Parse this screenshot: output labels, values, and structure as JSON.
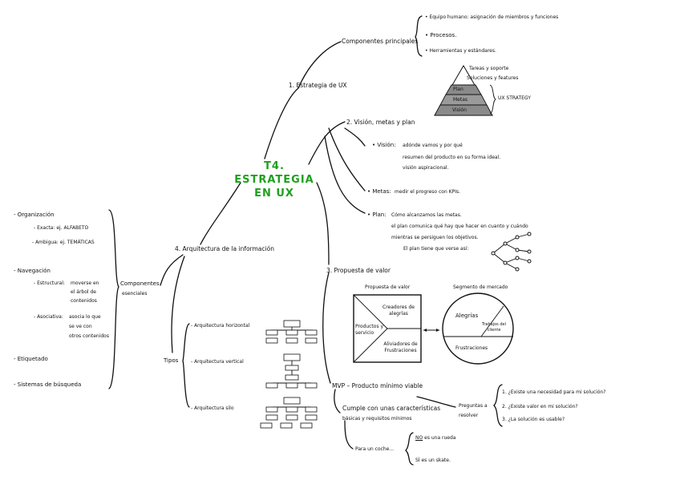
{
  "title": {
    "line1": "T4. ESTRATEGIA",
    "line2": "EN  UX"
  },
  "ux": {
    "heading": "1. Estrategia de UX",
    "componentes": "Componentes principales",
    "items": [
      "• Equipo humano: asignación de miembros y funciones",
      "• Procesos.",
      "• Herramientas y estándares."
    ],
    "pyramid": {
      "outside": [
        "Tareas y soporte",
        "Soluciones y features"
      ],
      "levels": [
        "Plan",
        "Metas",
        "Visión"
      ],
      "label": "UX STRATEGY"
    }
  },
  "vision": {
    "heading": "2. Visión, metas y plan",
    "vision_label": "• Visión:",
    "vision_text": [
      "adónde vamos y por qué",
      "resumen del producto en su forma ideal.",
      "visión aspiracional."
    ],
    "metas_label": "• Metas:",
    "metas_text": "medir el progreso con KPIs.",
    "plan_label": "• Plan:",
    "plan_text": [
      "Cómo alcanzamos las metas.",
      "el plan comunica qué hay que hacer en cuanto y cuándo",
      "mientras se persiguen los objetivos.",
      "El plan tiene que verse así:"
    ]
  },
  "arquitectura": {
    "heading": "4. Arquitectura de la información",
    "componentes": [
      "Componentes",
      "esenciales"
    ],
    "left": {
      "organizacion": "- Organización",
      "exacta": "- Exacta: ej. ALFABETO",
      "ambigua": "- Ambigua: ej. TEMÁTICAS",
      "navegacion": "- Navegación",
      "estructural_label": "- Estructural:",
      "estructural_text": [
        "moverse en",
        "el árbol de",
        "contenidos"
      ],
      "asociativa_label": "- Asociativa:",
      "asociativa_text": [
        "asocia lo que",
        "se ve con",
        "otros contenidos"
      ],
      "etiquetado": "- Etiquetado",
      "sistemas": "- Sistemas de búsqueda"
    },
    "tipos_label": "Tipos",
    "tipos": [
      "- Arquitectura horizontal",
      "- Arquitectura vertical",
      "- Arquitectura silo"
    ]
  },
  "propuesta": {
    "heading": "3. Propuesta de valor",
    "box_title": "Propuesta de valor",
    "box_items": [
      "Creadores de alegrías",
      "Productos y servicio",
      "Aliviadores de Frustraciones"
    ],
    "circle_title": "Segmento de mercado",
    "circle_items": [
      "Alegrías",
      "Trabajos del cliente",
      "Frustraciones"
    ]
  },
  "mvp": {
    "heading": "MVP – Producto mínimo viable",
    "cumple": [
      "Cumple con unas características",
      "básicas y requisitos mínimos"
    ],
    "para": "Para un coche...",
    "no_prefix": "NO",
    "no_text": " es una rueda",
    "si_text": "SÍ es un skate.",
    "preguntas": [
      "Preguntas a",
      "resolver"
    ],
    "questions": [
      "1. ¿Existe una necesidad para mi solución?",
      "2. ¿Existe valor en mi solución?",
      "3. ¿La solución es usable?"
    ]
  }
}
